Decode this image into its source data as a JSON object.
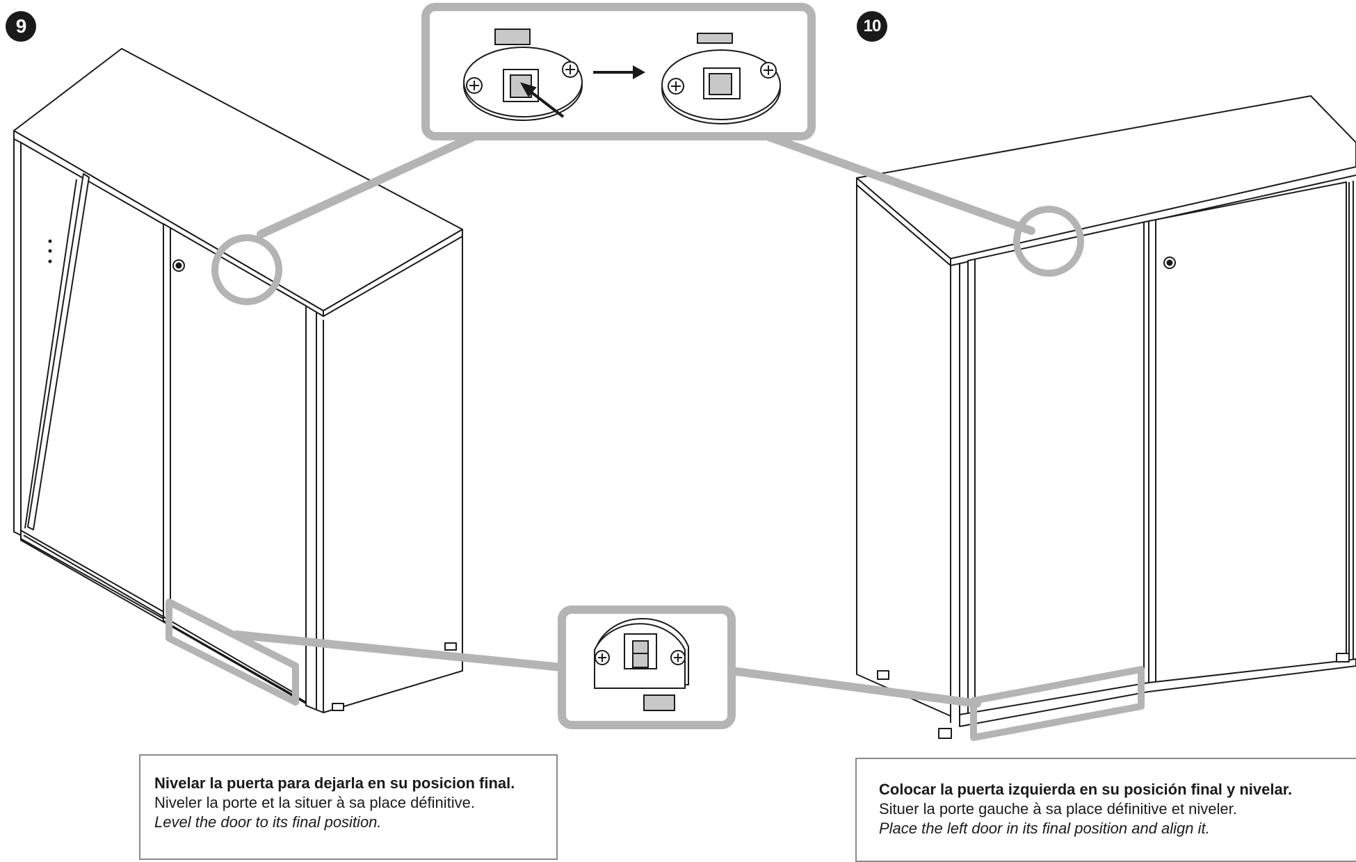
{
  "steps": [
    {
      "number": "9",
      "caption": {
        "spanish": "Nivelar la puerta para dejarla en su posicion final.",
        "french": "Niveler la porte et la situer à sa place définitive.",
        "english": "Level the door to its final position."
      }
    },
    {
      "number": "10",
      "caption": {
        "spanish": "Colocar la puerta izquierda en su posición final y nivelar.",
        "french": "Situer la porte gauche à sa place définitive et niveler.",
        "english": "Place the left door in its final position and align it."
      }
    }
  ],
  "colors": {
    "line": "#1a1a1a",
    "callout": "#b4b4b4",
    "caption_border": "#8a8a8a",
    "badge": "#1a1a1a",
    "part_fill": "#c8c8c8"
  },
  "icons": [
    "cabinet-illustration",
    "door-latch-icon",
    "screw-icon",
    "arrow-icon"
  ]
}
